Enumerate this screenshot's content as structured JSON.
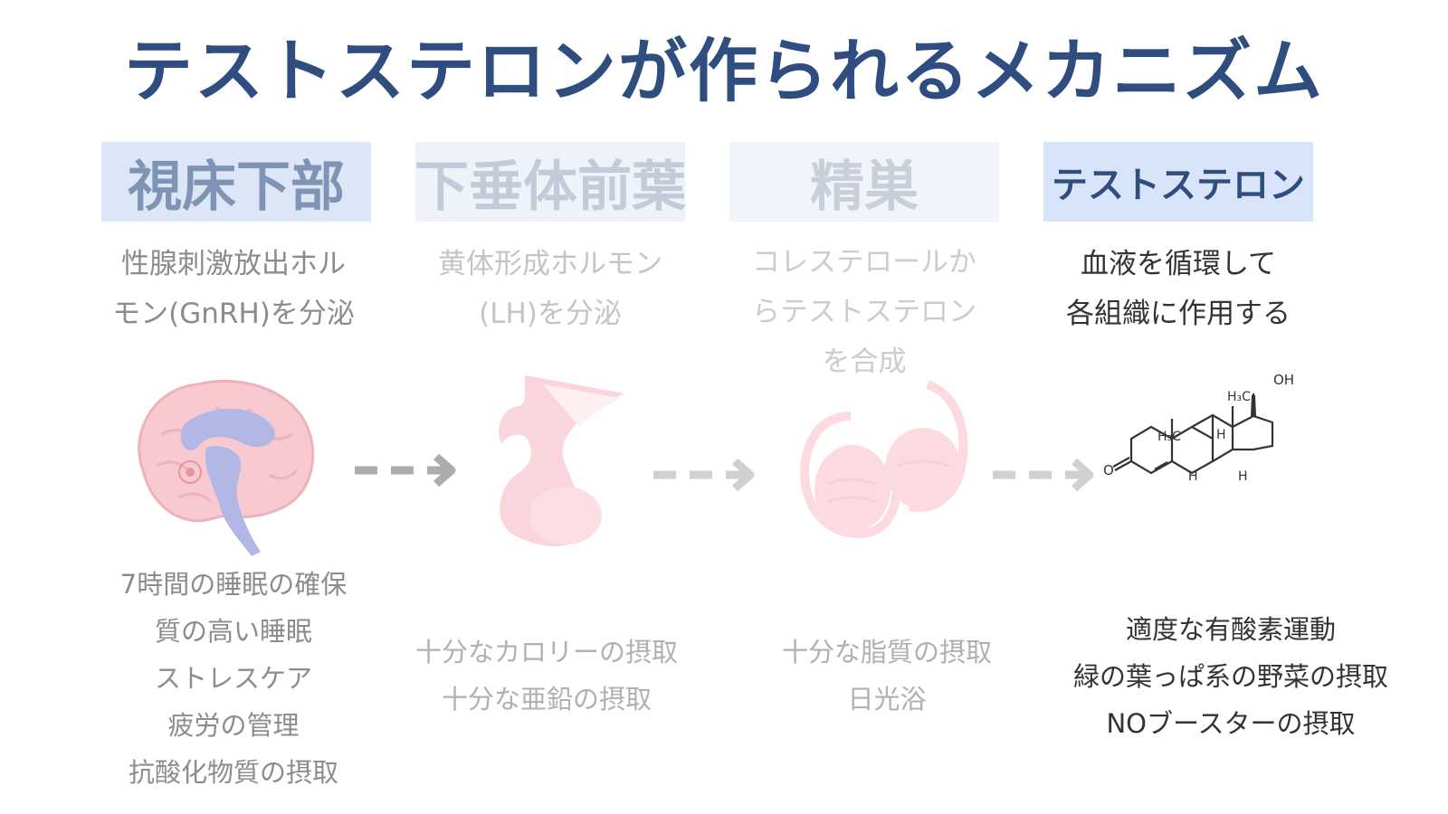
{
  "title": "テストステロンが作られるメカニズム",
  "colors": {
    "title": "#2f4d7e",
    "header_bg_active": "#d7e4fa",
    "header_bg_dim": "#e9eef8",
    "arrow": "#999999"
  },
  "stages": [
    {
      "name": "視床下部",
      "description": [
        "性腺刺激放出ホル",
        "モン(GnRH)を分泌"
      ],
      "icon": "brain-icon",
      "tips": [
        "7時間の睡眠の確保",
        "質の高い睡眠",
        "ストレスケア",
        "疲労の管理",
        "抗酸化物質の摂取"
      ]
    },
    {
      "name": "下垂体前葉",
      "description": [
        "黄体形成ホルモン",
        "(LH)を分泌"
      ],
      "icon": "pituitary-icon",
      "tips": [
        "十分なカロリーの摂取",
        "十分な亜鉛の摂取"
      ]
    },
    {
      "name": "精巣",
      "description": [
        "コレステロールか",
        "らテストステロン",
        "を合成"
      ],
      "icon": "testes-icon",
      "tips": [
        "十分な脂質の摂取",
        "日光浴"
      ]
    },
    {
      "name": "テストステロン",
      "description": [
        "血液を循環して",
        "各組織に作用する"
      ],
      "icon": "molecule-icon",
      "tips": [
        "適度な有酸素運動",
        "緑の葉っぱ系の野菜の摂取",
        "NOブースターの摂取"
      ]
    }
  ],
  "molecule_labels": {
    "oh": "OH",
    "methyl_top": "H₃C",
    "methyl_left": "H₃C",
    "h": "H",
    "o": "O"
  }
}
